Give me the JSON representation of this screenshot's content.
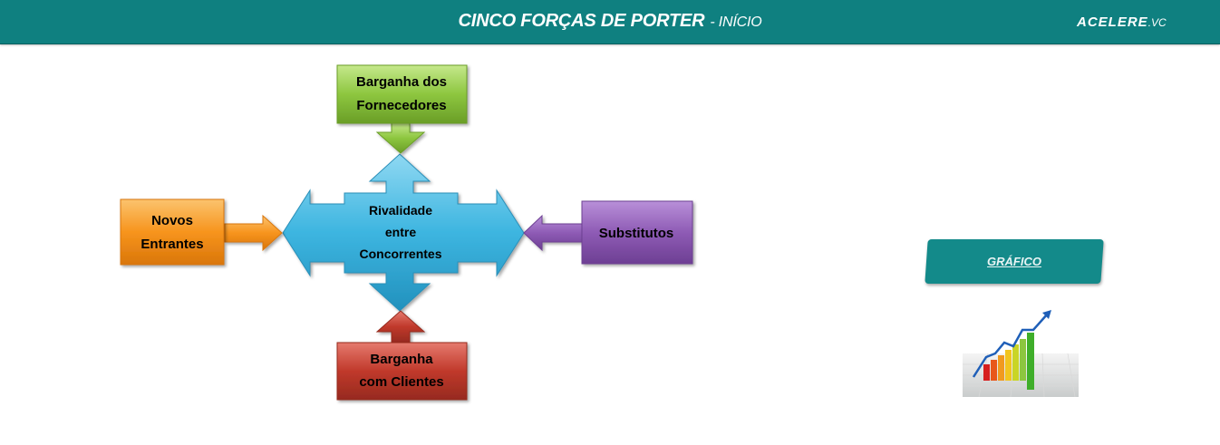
{
  "header": {
    "title": "CINCO FORÇAS DE PORTER",
    "subtitle": "- INÍCIO",
    "logo_main": "ACELERE",
    "logo_suffix": ".VC",
    "background_color": "#0f8080"
  },
  "diagram": {
    "top_box": {
      "line1": "Barganha dos",
      "line2": "Fornecedores",
      "color": "#8dc63f"
    },
    "left_box": {
      "line1": "Novos",
      "line2": "Entrantes",
      "color": "#f7941d"
    },
    "center": {
      "line1": "Rivalidade",
      "line2": "entre",
      "line3": "Concorrentes",
      "color": "#3db5e0"
    },
    "right_box": {
      "line1": "Substitutos",
      "color": "#8e5bb5"
    },
    "bottom_box": {
      "line1": "Barganha",
      "line2": "com Clientes",
      "color": "#c0392b"
    }
  },
  "sidebar": {
    "grafico_button_label": "GRÁFICO",
    "chart_icon_name": "bar-chart-growth-icon"
  }
}
